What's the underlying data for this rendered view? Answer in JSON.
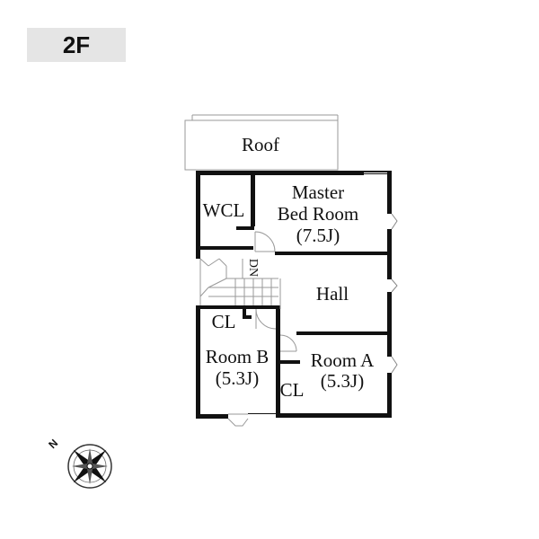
{
  "floor_label": "2F",
  "rooms": {
    "roof": "Roof",
    "master_line1": "Master",
    "master_line2": "Bed Room",
    "master_size": "(7.5J)",
    "wcl": "WCL",
    "dn": "DN",
    "hall": "Hall",
    "cl_b": "CL",
    "room_b": "Room B",
    "room_b_size": "(5.3J)",
    "room_a": "Room A",
    "room_a_size": "(5.3J)",
    "cl_a": "CL"
  },
  "compass": {
    "north_label": "N"
  },
  "colors": {
    "wall": "#111111",
    "badge": "#e5e5e5",
    "line": "#999999"
  }
}
